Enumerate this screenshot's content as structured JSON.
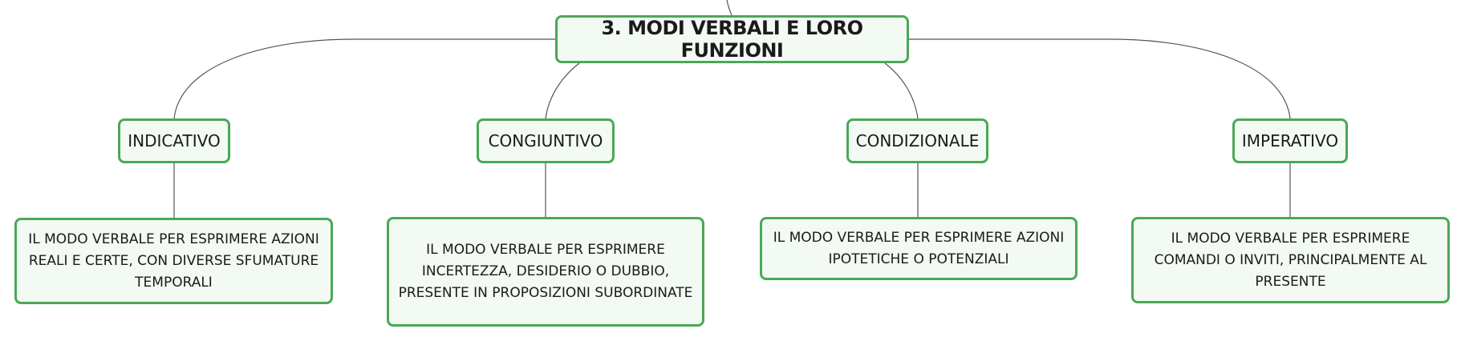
{
  "diagram": {
    "root": {
      "label": "3. MODI VERBALI E LORO FUNZIONI"
    },
    "modes": [
      {
        "id": "indicativo",
        "label": "INDICATIVO",
        "description": "IL MODO VERBALE PER ESPRIMERE AZIONI REALI E CERTE, CON DIVERSE SFUMATURE TEMPORALI"
      },
      {
        "id": "congiuntivo",
        "label": "CONGIUNTIVO",
        "description": "IL MODO VERBALE PER ESPRIMERE INCERTEZZA, DESIDERIO O DUBBIO, PRESENTE IN PROPOSIZIONI SUBORDINATE"
      },
      {
        "id": "condizionale",
        "label": "CONDIZIONALE",
        "description": "IL MODO VERBALE PER ESPRIMERE AZIONI IPOTETICHE O POTENZIALI"
      },
      {
        "id": "imperativo",
        "label": "IMPERATIVO",
        "description": "IL MODO VERBALE PER ESPRIMERE COMANDI O INVITI, PRINCIPALMENTE AL PRESENTE"
      }
    ],
    "colors": {
      "node_border": "#4aa857",
      "node_fill": "#f3f9f3",
      "connector": "#555555",
      "text": "#1a1a1a"
    }
  }
}
